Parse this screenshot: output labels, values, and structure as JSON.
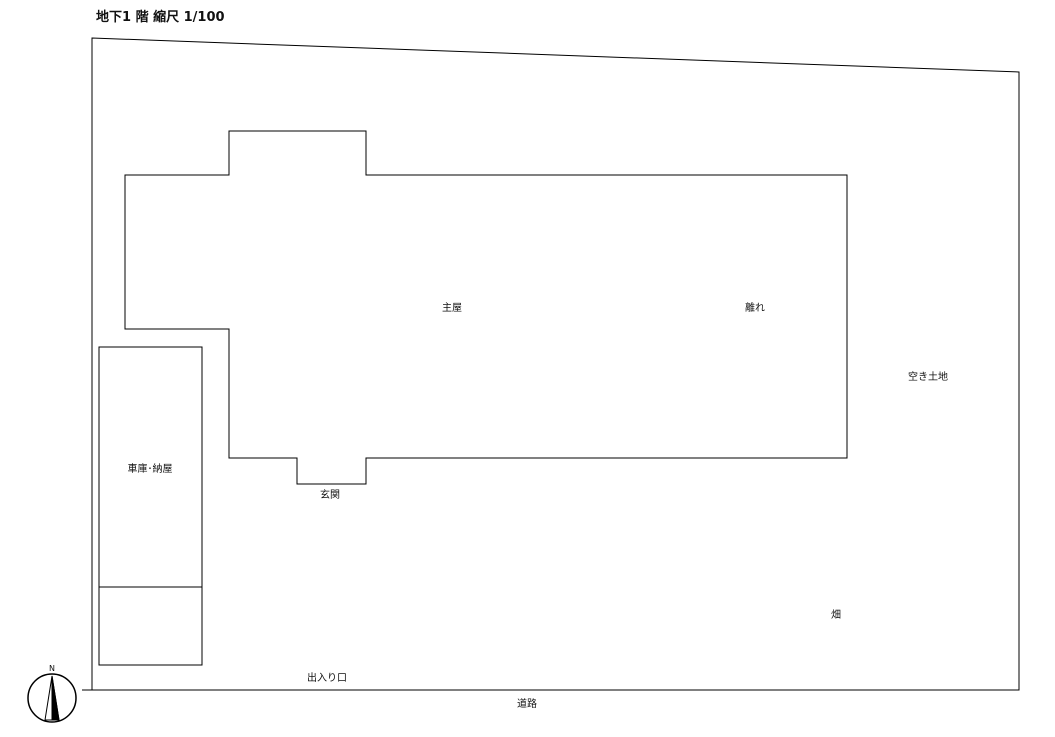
{
  "title": "地下1 階 縮尺 1/100",
  "labels": {
    "main_house": "主屋",
    "annex": "離れ",
    "vacant_land": "空き土地",
    "garage_storage": "車庫･納屋",
    "entrance": "玄関",
    "field": "畑",
    "gateway": "出入り口",
    "road": "道路"
  },
  "compass": {
    "north_label": "N"
  },
  "colors": {
    "line": "#000000",
    "text": "#111111"
  }
}
